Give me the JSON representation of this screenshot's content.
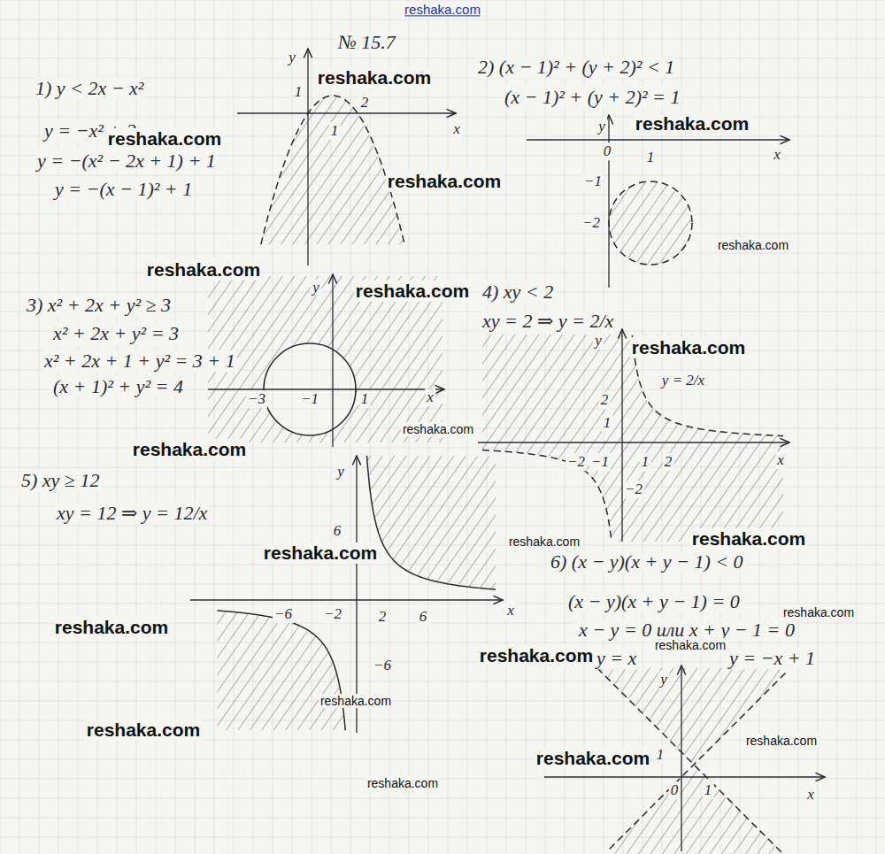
{
  "diagram": {
    "labels": [
      "reshaka.com",
      "№ 15.7",
      "1) y < 2x − x²",
      "y = −x² + 2x",
      "y = −(x² − 2x + 1) + 1",
      "y = −(x − 1)² + 1",
      "y",
      "1",
      "2",
      "1",
      "x",
      "reshaka.com",
      "reshaka.com",
      "reshaka.com",
      "2) (x − 1)² + (y + 2)² < 1",
      "(x − 1)² + (y + 2)² = 1",
      "y",
      "0",
      "1",
      "x",
      "−1",
      "−2",
      "reshaka.com",
      "reshaka.com",
      "3) x² + 2x + y² ≥ 3",
      "x² + 2x + y² = 3",
      "x² + 2x + 1 + y² = 3 + 1",
      "(x + 1)² + y² = 4",
      "y",
      "−3",
      "−1",
      "1",
      "x",
      "reshaka.com",
      "reshaka.com",
      "reshaka.com",
      "reshaka.com",
      "4) xy < 2",
      "xy = 2 ⇒ y = 2/x",
      "y",
      "y = 2/x",
      "2",
      "1",
      "x",
      "−2",
      "−1",
      "1",
      "2",
      "−2",
      "reshaka.com",
      "reshaka.com",
      "reshaka.com",
      "5) xy ≥ 12",
      "xy = 12 ⇒ y = 12/x",
      "y",
      "6",
      "x",
      "−6",
      "−2",
      "2",
      "6",
      "−6",
      "reshaka.com",
      "reshaka.com",
      "reshaka.com",
      "reshaka.com",
      "reshaka.com",
      "6) (x − y)(x + y − 1) < 0",
      "(x − y)(x + y − 1) = 0",
      "x − y = 0 или x + y − 1 = 0",
      "y = x",
      "y = −x + 1",
      "y",
      "1",
      "0",
      "1",
      "x",
      "reshaka.com",
      "reshaka.com",
      "reshaka.com",
      "reshaka.com",
      "reshaka.com"
    ]
  }
}
